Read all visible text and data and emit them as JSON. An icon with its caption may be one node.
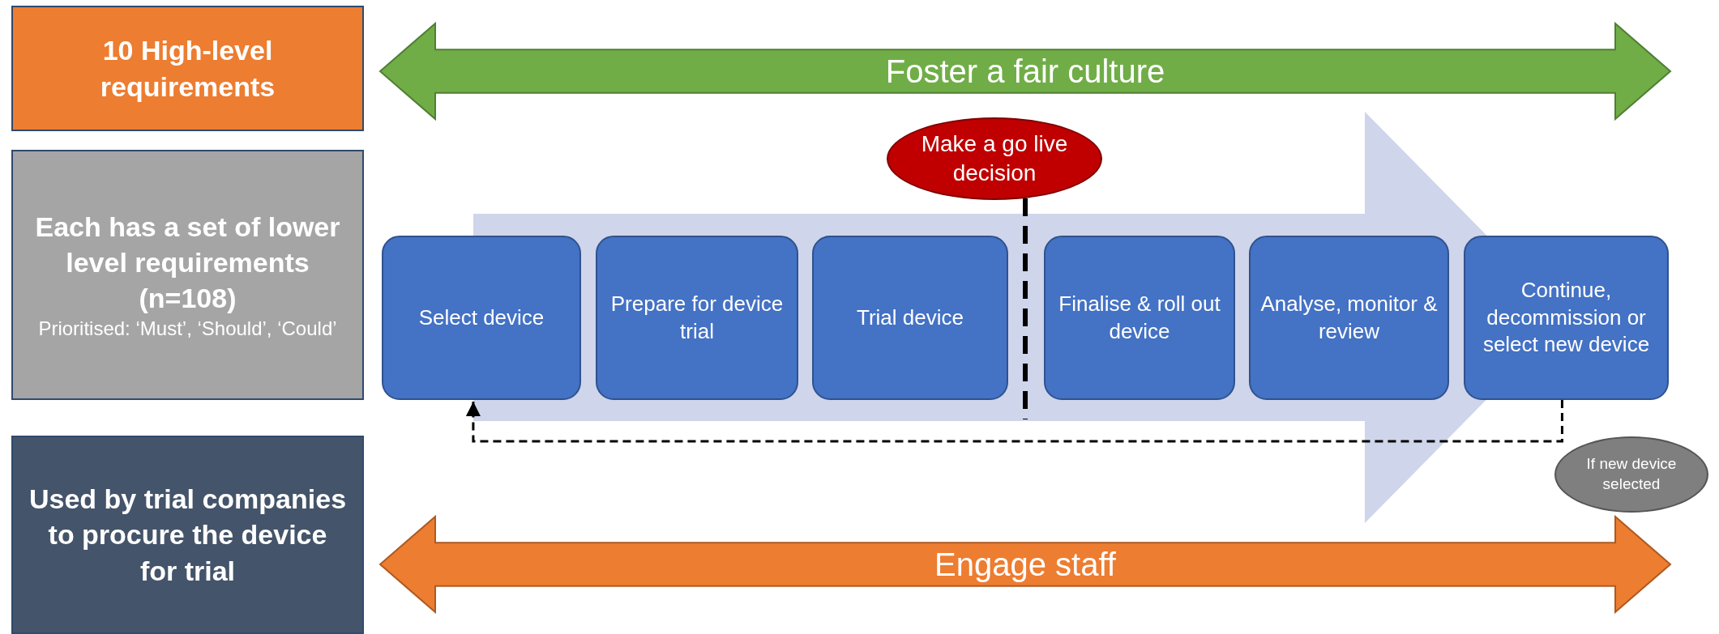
{
  "diagram": {
    "nodes": [
      {
        "text": [
          "10 High-level requirements"
        ]
      },
      {
        "text": [
          "Each has a set of lower level requirements (n=108)",
          "Prioritised: ‘Must’, ‘Should’, ‘Could’"
        ]
      },
      {
        "text": [
          "Used by trial companies to procure the device for trial"
        ]
      },
      {
        "text": [
          "Foster a fair culture"
        ]
      },
      {
        "text": [
          "Make a go live decision"
        ]
      },
      {
        "text": [
          "Select device"
        ]
      },
      {
        "text": [
          "Prepare for device trial"
        ]
      },
      {
        "text": [
          "Trial device"
        ]
      },
      {
        "text": [
          "Finalise & roll out device"
        ]
      },
      {
        "text": [
          "Analyse, monitor & review"
        ]
      },
      {
        "text": [
          "Continue, decommission or select new device"
        ]
      },
      {
        "text": [
          "If new device selected"
        ]
      },
      {
        "text": [
          "Engage staff"
        ]
      }
    ],
    "edges": [
      {
        "from": 4,
        "to": null,
        "arrow": "none",
        "style": "dashed"
      },
      {
        "from": 10,
        "to": 5,
        "arrow": "to",
        "style": "dashed"
      },
      {
        "from": 5,
        "to": 10,
        "arrow": "to",
        "style": "thick",
        "color": "#cfd5ea"
      }
    ]
  }
}
